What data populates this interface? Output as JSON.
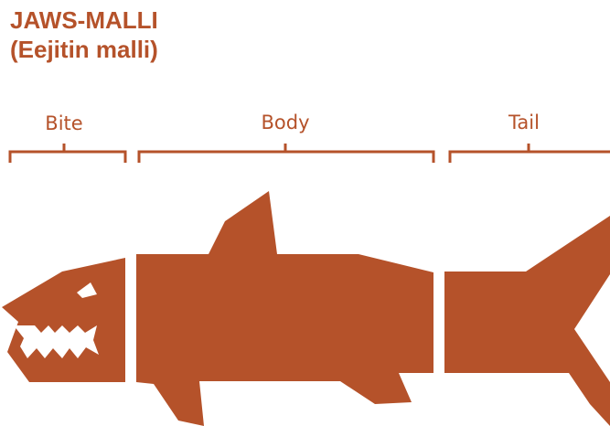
{
  "title": {
    "line1": "JAWS-MALLI",
    "line2": "(Eejitin malli)"
  },
  "segments": [
    {
      "key": "bite",
      "label": "Bite"
    },
    {
      "key": "body",
      "label": "Body"
    },
    {
      "key": "tail",
      "label": "Tail"
    }
  ],
  "colors": {
    "shark": "#b5522a",
    "teeth": "#ffffff",
    "text": "#b5522a"
  }
}
